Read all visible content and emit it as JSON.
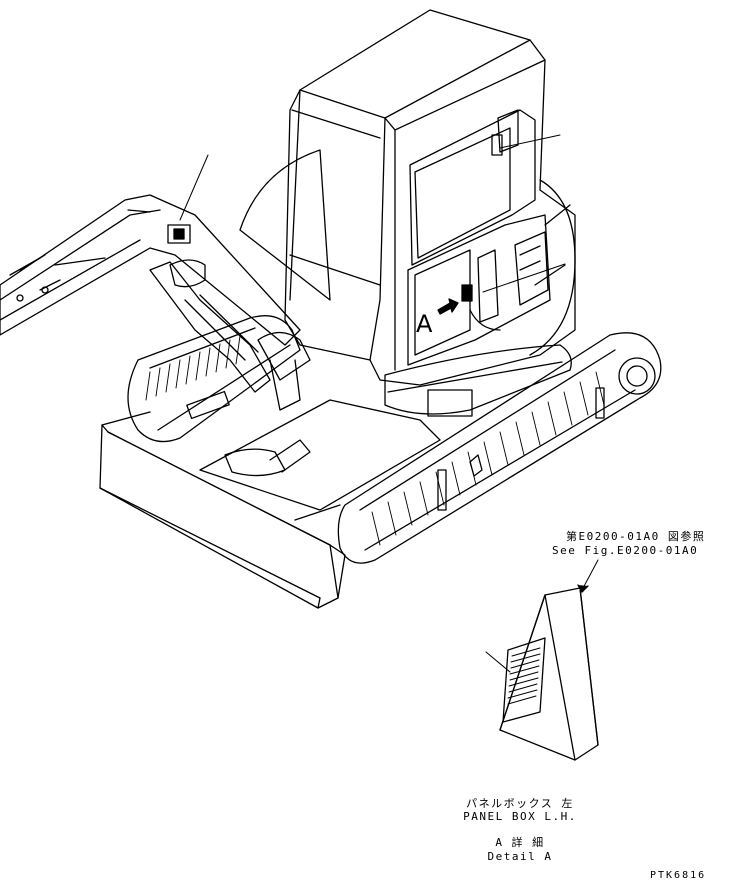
{
  "view_marker": "A",
  "reference": {
    "jp": "第E0200-01A0 図参照",
    "en": "See Fig.E0200-01A0"
  },
  "detail": {
    "part_jp": "パネルボックス 左",
    "part_en": "PANEL BOX L.H.",
    "detail_jp": "A 詳 細",
    "detail_en": "Detail A"
  },
  "drawing_id": "PTK6816",
  "colors": {
    "line": "#000000",
    "background": "#ffffff"
  }
}
